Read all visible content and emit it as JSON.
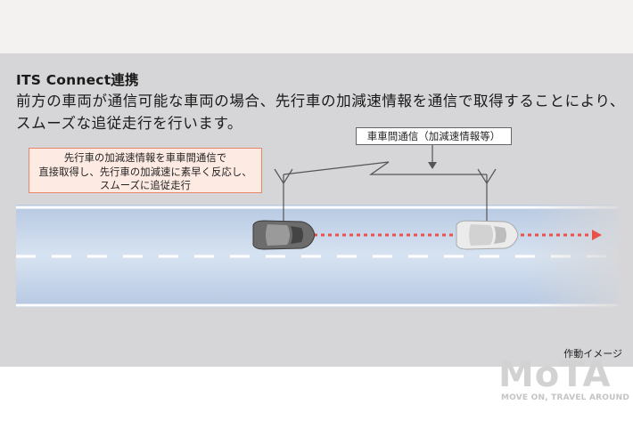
{
  "title": "ITS Connect連携",
  "description": "前方の車両が通信可能な車両の場合、先行車の加減速情報を通信で取得することにより、スムーズな追従走行を行います。",
  "callout": {
    "line1": "先行車の加減速情報を車車間通信で",
    "line2": "直接取得し、先行車の加減速に素早く反応し、",
    "line3": "スムーズに追従走行"
  },
  "comm_label": "車車間通信（加減速情報等）",
  "caption": "作動イメージ",
  "logo": {
    "wordmark": "MoTA",
    "tagline": "MOVE ON, TRAVEL AROUND"
  },
  "colors": {
    "road": "#c4d3e6",
    "lane_lines": "#ffffff",
    "dotted_arrow": "#e8524b",
    "callout_border": "#e9856a",
    "callout_fill": "#fdeae3"
  },
  "icons": [
    "antenna-icon",
    "car-icon",
    "lightning-signal-icon"
  ]
}
